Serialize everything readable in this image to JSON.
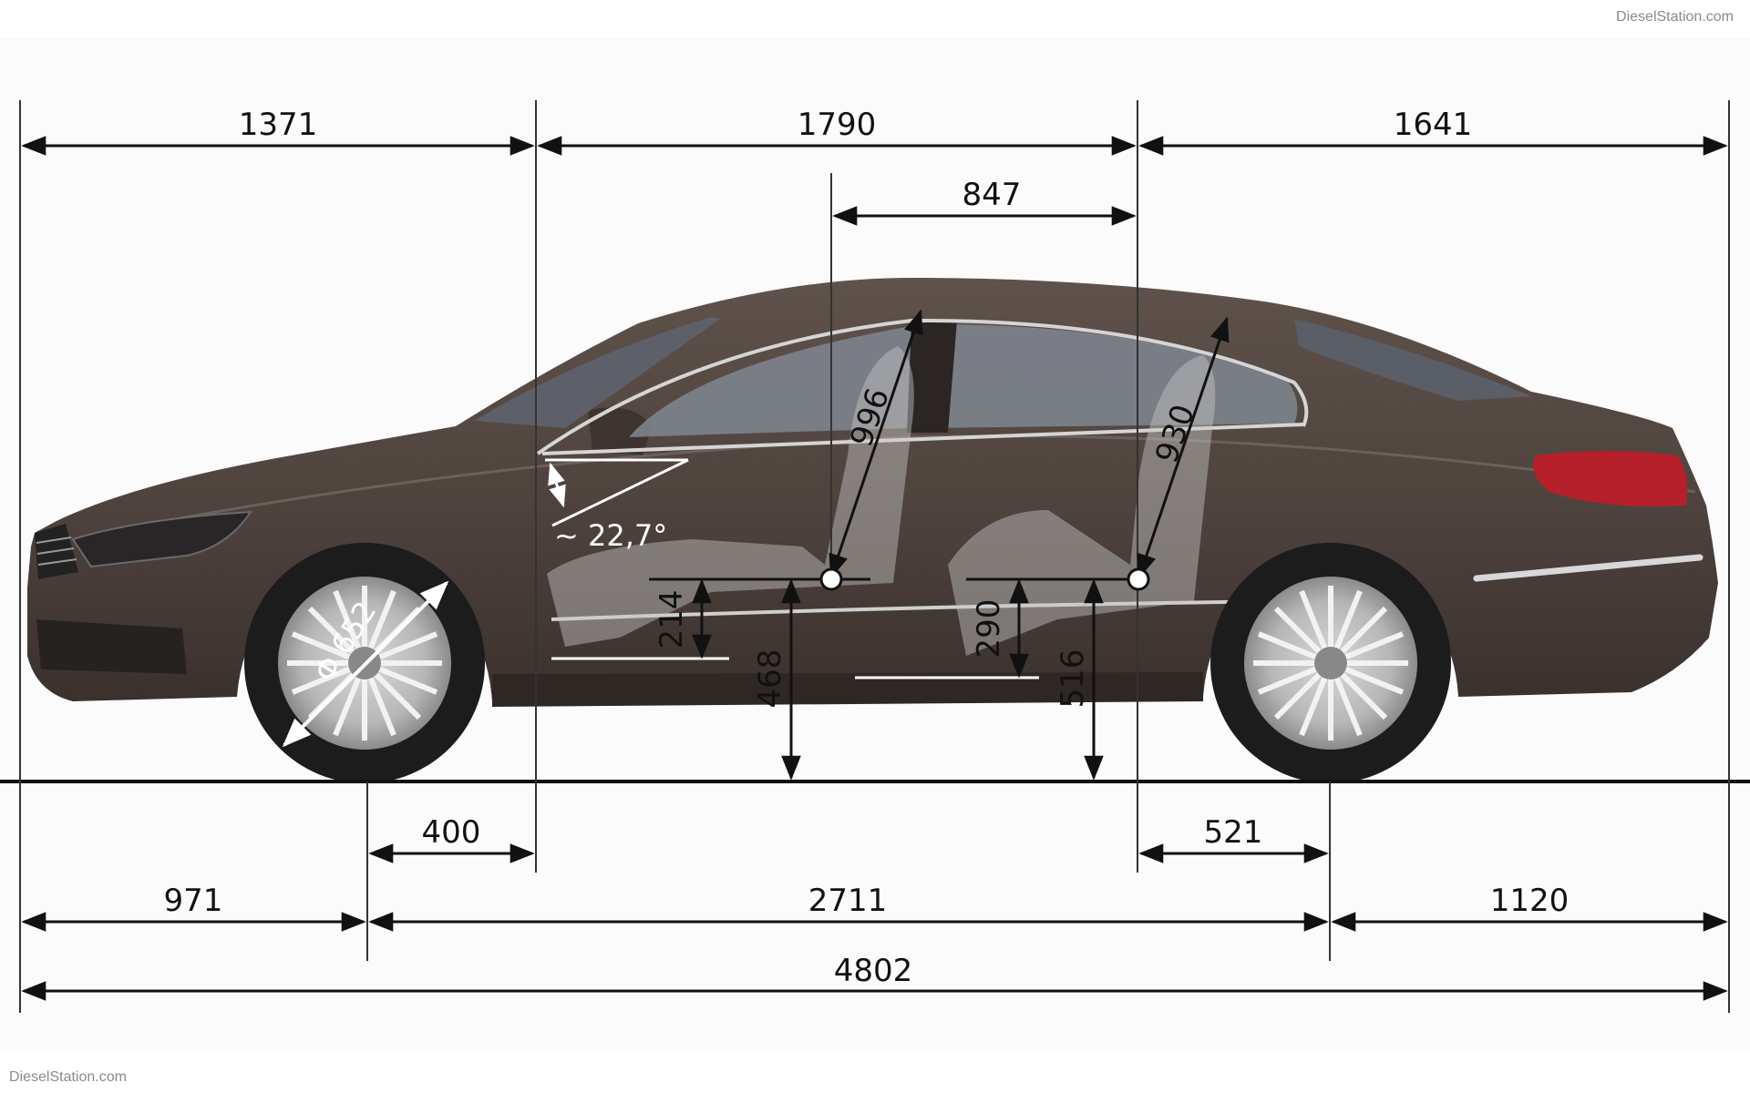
{
  "watermark": {
    "top_right": "DieselStation.com",
    "bottom_left": "DieselStation.com"
  },
  "dimensions": {
    "front_overhang_top": "1371",
    "cabin_top": "1790",
    "rear_top": "1641",
    "seat_spacing": "847",
    "front_headroom": "996",
    "rear_headroom": "930",
    "steering_angle": "~ 22,7°",
    "wheel_diameter": "Φ 652",
    "front_seat_height": "214",
    "rear_seat_height": "290",
    "front_hip_height": "468",
    "rear_hip_height": "516",
    "front_door_offset": "400",
    "rear_door_offset": "521",
    "front_overhang": "971",
    "wheelbase": "2711",
    "rear_overhang": "1120",
    "overall_length": "4802"
  },
  "colors": {
    "car_body": "#4e423d",
    "glass": "#6f7680",
    "ground": "#111111",
    "taillight": "#b5202a"
  }
}
